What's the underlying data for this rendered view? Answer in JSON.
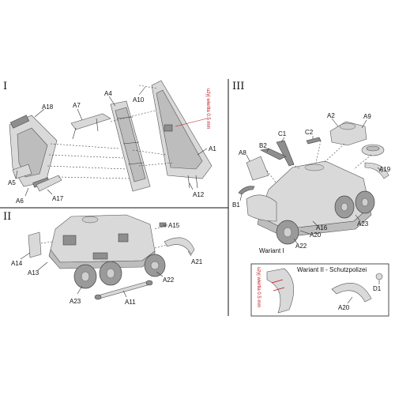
{
  "sections": {
    "s1": "I",
    "s2": "II",
    "s3": "III"
  },
  "labels": {
    "A1": "A1",
    "A2": "A2",
    "A4": "A4",
    "A5": "A5",
    "A6": "A6",
    "A7": "A7",
    "A8": "A8",
    "A9": "A9",
    "A10": "A10",
    "A11": "A11",
    "A12": "A12",
    "A13": "A13",
    "A14": "A14",
    "A15": "A15",
    "A16": "A16",
    "A17": "A17",
    "A18": "A18",
    "A19": "A19",
    "A20a": "A20",
    "A20b": "A20",
    "A21": "A21",
    "A22a": "A22",
    "A22b": "A22",
    "A23a": "A23",
    "A23b": "A23",
    "B1": "B1",
    "B2": "B2",
    "C1": "C1",
    "C2": "C2",
    "D1": "D1"
  },
  "notes": {
    "wire1": "użyj wiertła 0.5 mm",
    "wire2": "użyj wiertła 0.5 mm"
  },
  "variants": {
    "w1": "Wariant I",
    "w2": "Wariant II - Schutzpolizei"
  },
  "colors": {
    "note_red": "#c0141c",
    "panel_line": "#111111",
    "part_fill": "#d9d9d9"
  }
}
